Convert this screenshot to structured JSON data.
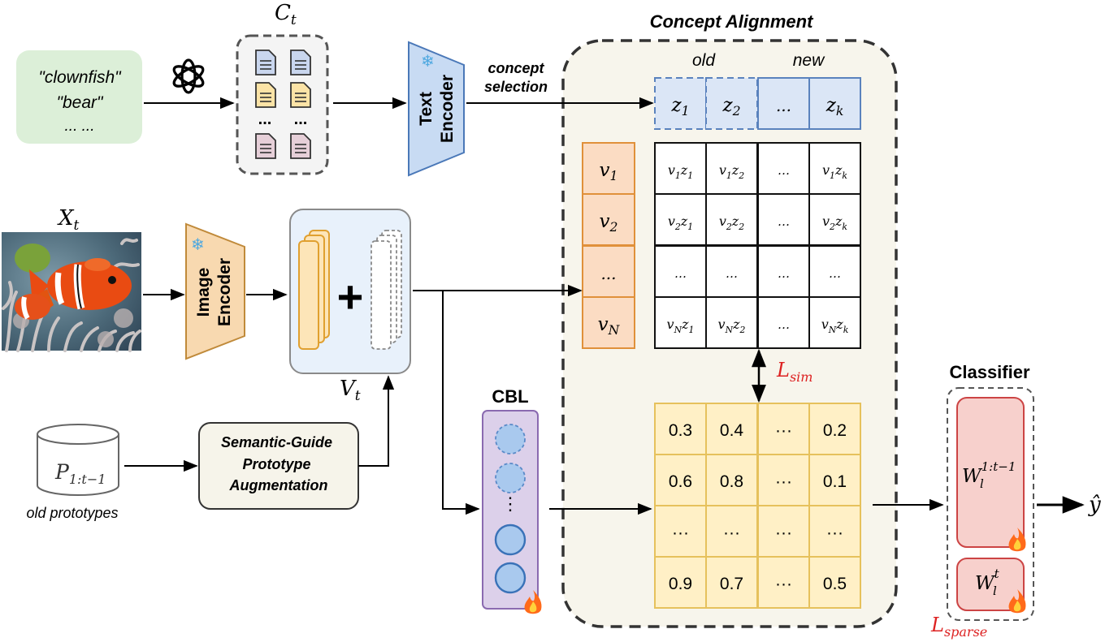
{
  "title": "Concept Alignment",
  "concept_set_label": "C",
  "concept_set_subscript": "t",
  "image_set_label": "X",
  "image_set_subscript": "t",
  "class_names": {
    "line1": "\"clownfish\"",
    "line2": "\"bear\"",
    "line3": "... ..."
  },
  "doc_ellipsis": "...",
  "text_encoder": {
    "line1": "Text",
    "line2": "Encoder"
  },
  "image_encoder": {
    "line1": "Image",
    "line2": "Encoder"
  },
  "concept_selection": {
    "line1": "concept",
    "line2": "selection"
  },
  "old_label": "old",
  "new_label": "new",
  "concepts": [
    {
      "base": "z",
      "sub": "1"
    },
    {
      "base": "z",
      "sub": "2"
    },
    {
      "base": "...",
      "sub": ""
    },
    {
      "base": "z",
      "sub": "k"
    }
  ],
  "visual_features": [
    {
      "base": "v",
      "sub": "1"
    },
    {
      "base": "v",
      "sub": "2"
    },
    {
      "base": "...",
      "sub": ""
    },
    {
      "base": "v",
      "sub": "N"
    }
  ],
  "sim_matrix": [
    [
      "v₁z₁",
      "v₁z₂",
      "...",
      "v₁zₖ"
    ],
    [
      "v₂z₁",
      "v₂z₂",
      "...",
      "v₂zₖ"
    ],
    [
      "...",
      "...",
      "...",
      "..."
    ],
    [
      "v_Nz₁",
      "v_Nz₂",
      "...",
      "v_Nzₖ"
    ]
  ],
  "sim_matrix_rich": [
    [
      [
        "v",
        "1",
        "z",
        "1"
      ],
      [
        "v",
        "1",
        "z",
        "2"
      ],
      [
        "…"
      ],
      [
        "v",
        "1",
        "z",
        "k"
      ]
    ],
    [
      [
        "v",
        "2",
        "z",
        "1"
      ],
      [
        "v",
        "2",
        "z",
        "2"
      ],
      [
        "…"
      ],
      [
        "v",
        "2",
        "z",
        "k"
      ]
    ],
    [
      [
        "…"
      ],
      [
        "…"
      ],
      [
        "…"
      ],
      [
        "…"
      ]
    ],
    [
      [
        "v",
        "N",
        "z",
        "1"
      ],
      [
        "v",
        "N",
        "z",
        "2"
      ],
      [
        "…"
      ],
      [
        "v",
        "N",
        "z",
        "k"
      ]
    ]
  ],
  "loss_sim": {
    "symbol": "L",
    "sub": "sim"
  },
  "loss_sparse": {
    "symbol": "L",
    "sub": "sparse"
  },
  "score_matrix": [
    [
      "0.3",
      "0.4",
      "···",
      "0.2"
    ],
    [
      "0.6",
      "0.8",
      "···",
      "0.1"
    ],
    [
      "···",
      "···",
      "···",
      "···"
    ],
    [
      "0.9",
      "0.7",
      "···",
      "0.5"
    ]
  ],
  "features_label": {
    "base": "V",
    "sub": "t"
  },
  "cbl_label": "CBL",
  "cbl_dots": "⋮",
  "prototype_box": {
    "line1": "Semantic-Guide",
    "line2": "Prototype",
    "line3": "Augmentation"
  },
  "prototypes": {
    "base": "P",
    "sub": "1:t−1",
    "caption": "old prototypes"
  },
  "classifier": {
    "title": "Classifier",
    "w_old": {
      "base": "W",
      "sub": "l",
      "sup": "1:t−1"
    },
    "w_new": {
      "base": "W",
      "sub": "l",
      "sup": "t"
    }
  },
  "output_label": "ŷ",
  "colors": {
    "green_box": "#dcefd8",
    "doc_blue": "#c9d6ee",
    "doc_yellow": "#fbe3a6",
    "doc_pink": "#e6cfd8",
    "text_encoder": "#c8dbf3",
    "image_encoder": "#f8d9b0",
    "concept_cell": "#dbe6f6",
    "visual_cell": "#fbdcc3",
    "score_cell": "#fff0c6",
    "cbl": "#dcd0ea",
    "classifier_cell": "#f7d0cc",
    "alignment_bg": "#f7f5ec",
    "loss_red": "#dd2222",
    "features_bg": "#e8f1fb"
  }
}
